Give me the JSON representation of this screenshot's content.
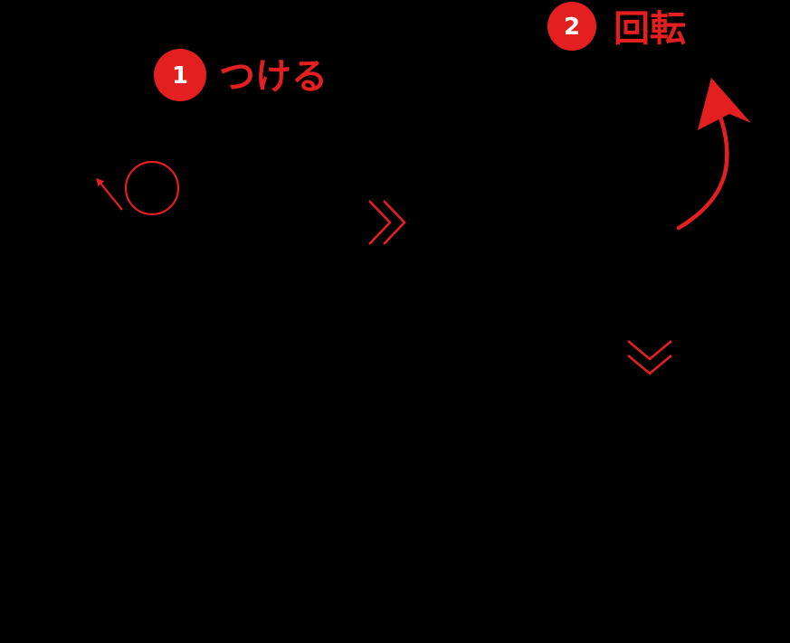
{
  "colors": {
    "background": "#000000",
    "accent": "#e41f1f",
    "badge_text": "#ffffff"
  },
  "steps": [
    {
      "number": "1",
      "label": "つける"
    },
    {
      "number": "2",
      "label": "回転"
    }
  ],
  "icons": {
    "step1_marker": "circle-with-small-arrow-icon",
    "flow_right": "double-chevron-right-icon",
    "rotate": "curved-arrow-up-icon",
    "flow_down": "double-chevron-down-icon"
  }
}
